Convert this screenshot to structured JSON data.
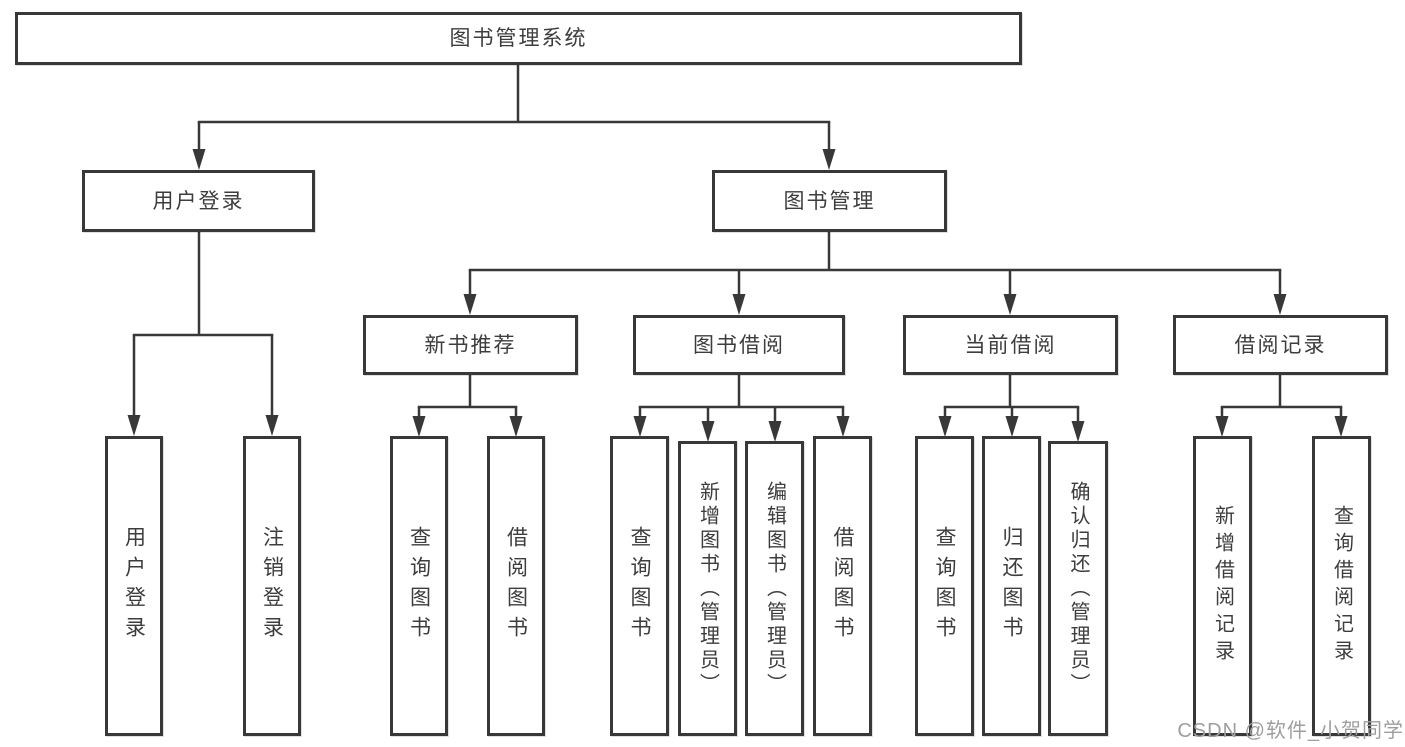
{
  "colors": {
    "border": "#383838",
    "line": "#383838",
    "text": "#3d3d3d",
    "watermark": "#9e9e9e",
    "background": "#ffffff"
  },
  "tree": {
    "label": "图书管理系统",
    "children": [
      {
        "label": "用户登录",
        "children": [
          {
            "label": "用户登录"
          },
          {
            "label": "注销登录"
          }
        ]
      },
      {
        "label": "图书管理",
        "children": [
          {
            "label": "新书推荐",
            "children": [
              {
                "label": "查询图书"
              },
              {
                "label": "借阅图书"
              }
            ]
          },
          {
            "label": "图书借阅",
            "children": [
              {
                "label": "查询图书"
              },
              {
                "label": "新增图书（管理员）"
              },
              {
                "label": "编辑图书（管理员）"
              },
              {
                "label": "借阅图书"
              }
            ]
          },
          {
            "label": "当前借阅",
            "children": [
              {
                "label": "查询图书"
              },
              {
                "label": "归还图书"
              },
              {
                "label": "确认归还（管理员）"
              }
            ]
          },
          {
            "label": "借阅记录",
            "children": [
              {
                "label": "新增借阅记录"
              },
              {
                "label": "查询借阅记录"
              }
            ]
          }
        ]
      }
    ]
  },
  "watermark": {
    "text": "CSDN @软件_小贺同学"
  }
}
